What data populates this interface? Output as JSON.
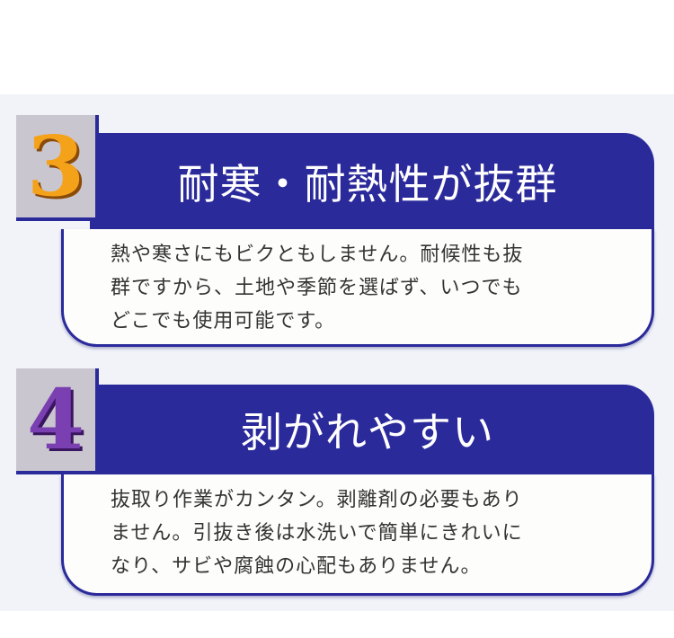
{
  "features": [
    {
      "number": "3",
      "title": "耐寒・耐熱性が抜群",
      "lines": [
        "熱や寒さにもビクともしません。耐候性も抜",
        "群ですから、土地や季節を選ばず、いつでも",
        "どこでも使用可能です。"
      ]
    },
    {
      "number": "4",
      "title": "剥がれやすい",
      "lines": [
        "抜取り作業がカンタン。剥離剤の必要もあり",
        "ません。引抜き後は水洗いで簡単にきれいに",
        "なり、サビや腐蝕の心配もありません。"
      ]
    }
  ],
  "colors": {
    "header": "#2b2a9b",
    "number3": "#f5a21b",
    "number4": "#7a3fb0"
  }
}
